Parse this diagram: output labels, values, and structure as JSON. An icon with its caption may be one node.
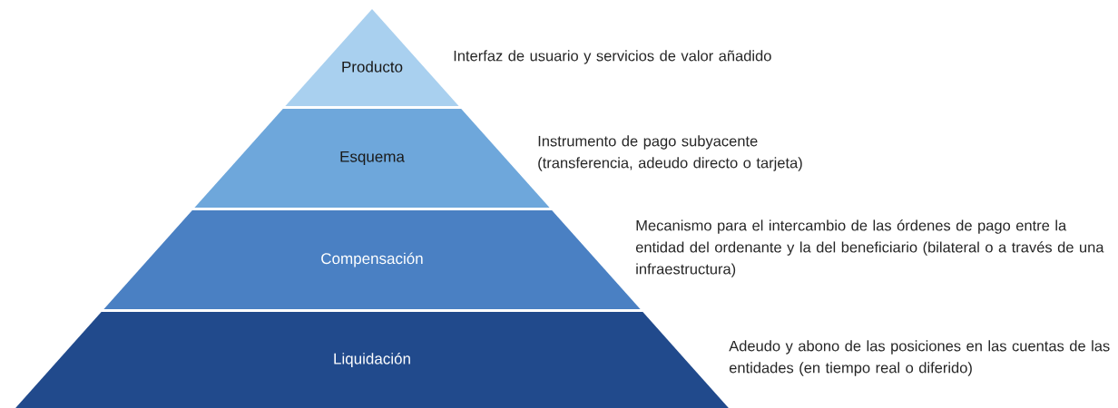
{
  "diagram": {
    "nodes": [
      {
        "text": [
          "Producto"
        ],
        "beside": [
          "Interfaz de usuario y servicios de valor añadido"
        ]
      },
      {
        "text": [
          "Esquema"
        ],
        "beside": [
          "Instrumento de pago subyacente (transferencia, adeudo directo o tarjeta)"
        ]
      },
      {
        "text": [
          "Compensación"
        ],
        "beside": [
          "Mecanismo para el intercambio de las órdenes de pago entre la entidad del ordenante y la del beneficiario (bilateral o a través de una infraestructura)"
        ]
      },
      {
        "text": [
          "Liquidación"
        ],
        "beside": [
          "Adeudo y abono de las posiciones en las cuentas de las entidades (en tiempo real o diferido)"
        ]
      }
    ]
  }
}
